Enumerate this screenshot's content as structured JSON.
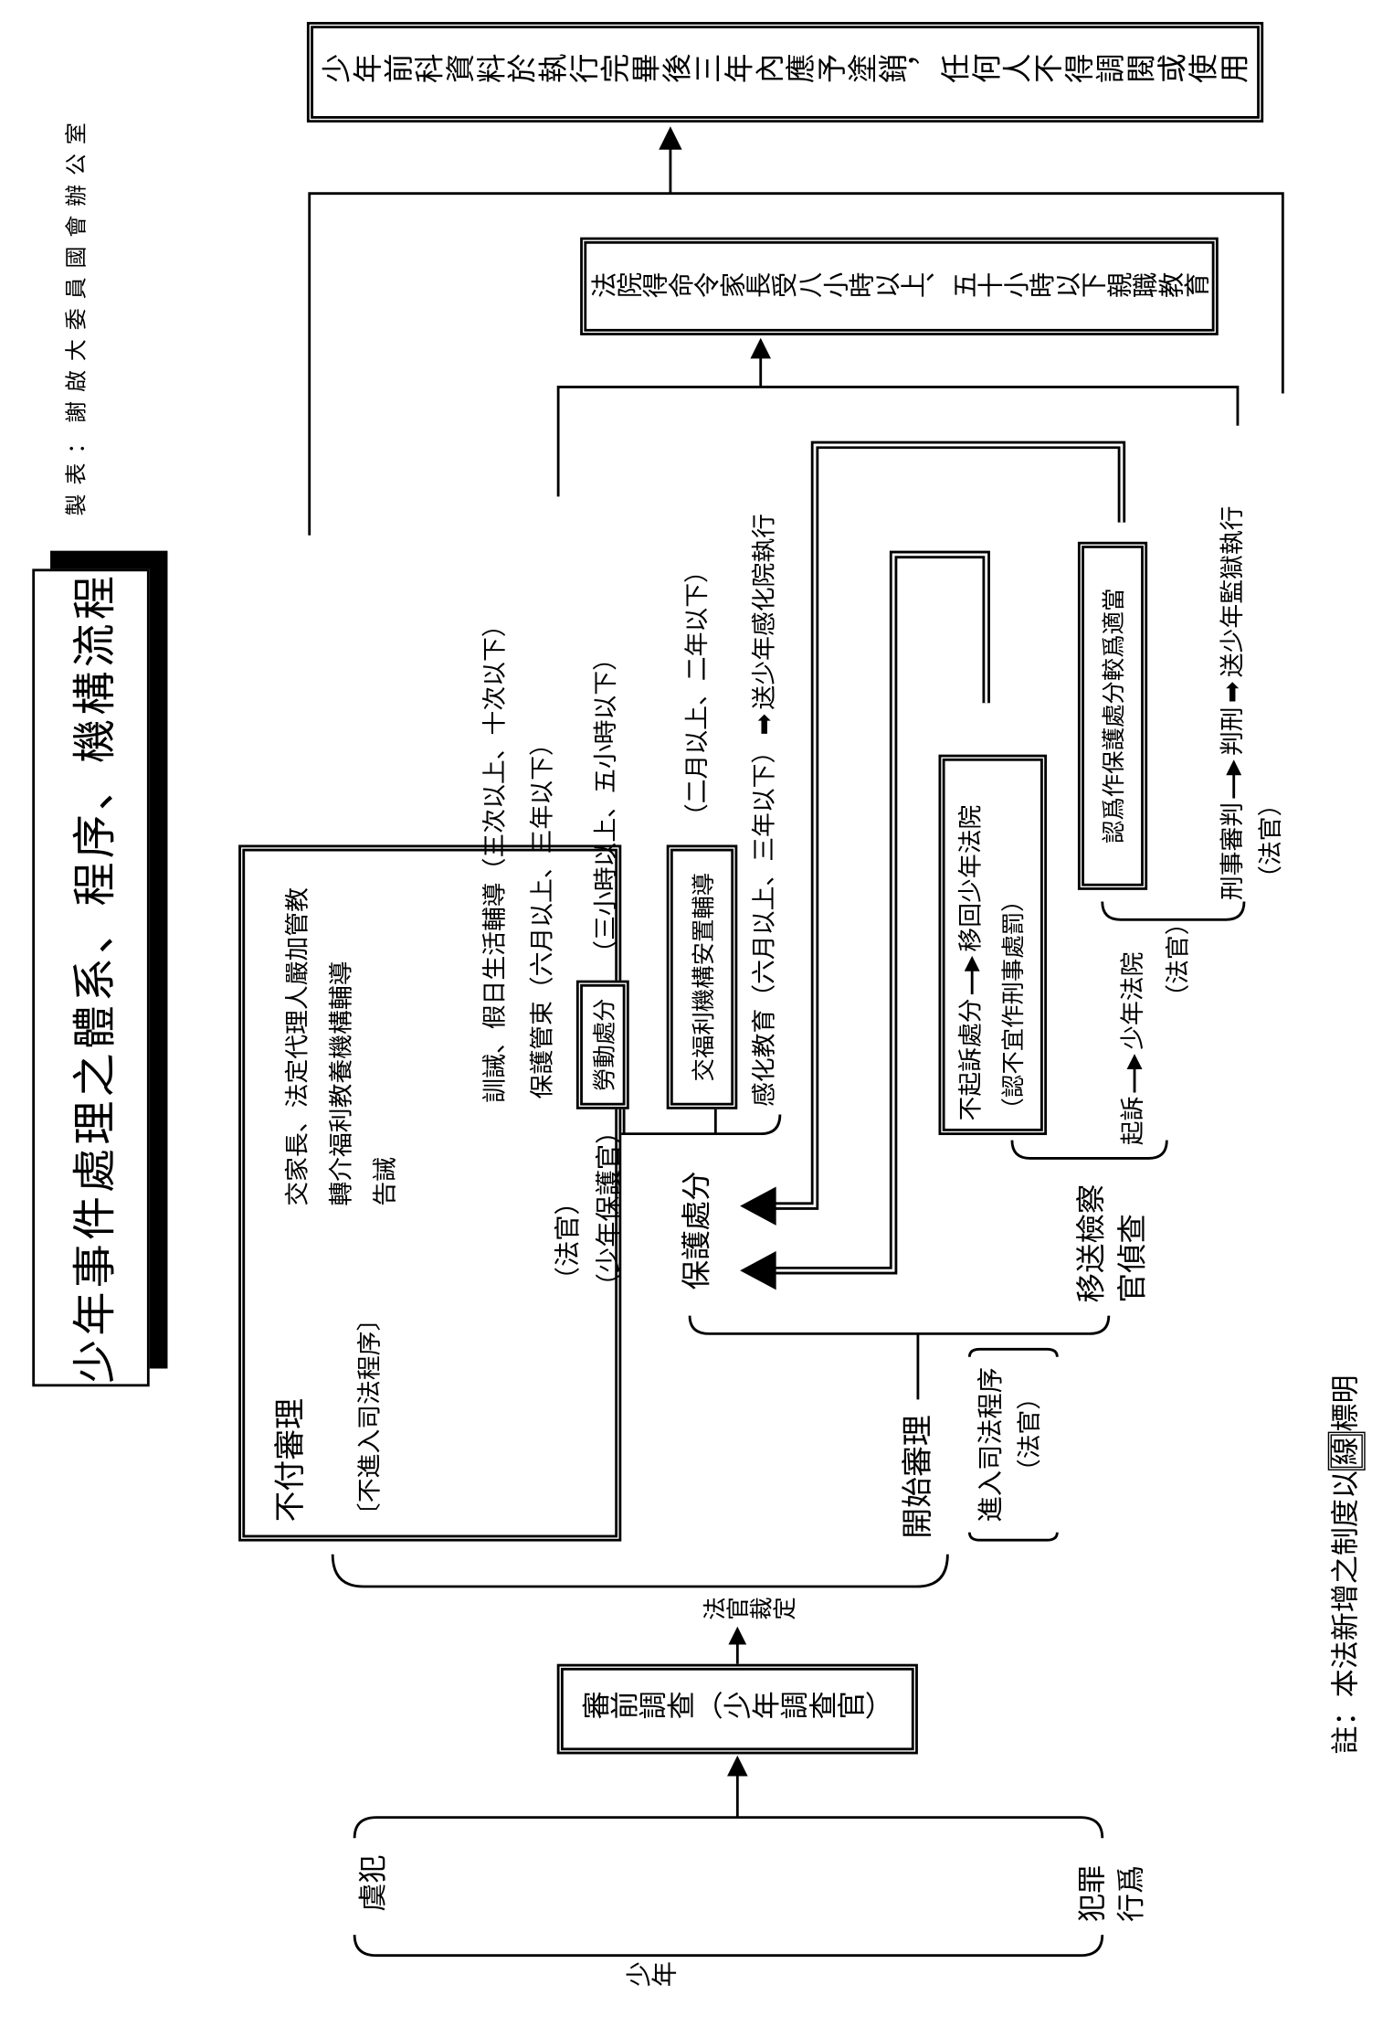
{
  "header": {
    "author_note": "製表：謝啟大委員國會辦公室",
    "title": "少年事件處理之體系、程序、機構流程"
  },
  "start": {
    "subject": "少年",
    "type_status": "虞犯",
    "type_offense_lines": [
      "犯罪",
      "行爲"
    ]
  },
  "pre_trial": {
    "label": "審前調查（少年調查官）",
    "decision": "法官裁定"
  },
  "no_trial": {
    "label": "不付審理",
    "note": "〔不進入司法程序〕",
    "options": [
      "交家長、法定代理人嚴加管教",
      "轉介福利教養機構輔導",
      "告誡"
    ]
  },
  "trial": {
    "label": "開始審理",
    "note": "進入司法程序",
    "note_actor": "（法官）"
  },
  "protective": {
    "actors": [
      "（法官）",
      "（少年保護官）"
    ],
    "label": "保護處分",
    "measures": [
      {
        "label": "訓誡、假日生活輔導（三次以上、十次以下）"
      },
      {
        "label": "保護管束（六月以上、三年以下）"
      },
      {
        "label": "勞動處分",
        "detail": "（三小時以上、五小時以下）"
      },
      {
        "label": "交福利機構安置輔導",
        "detail": "（二月以上、二年以下）"
      },
      {
        "label": "感化教育（六月以上、三年以下）",
        "result": "送少年感化院執行"
      }
    ]
  },
  "prosecution": {
    "label_lines": [
      "移送檢察",
      "官偵查"
    ],
    "non_prosecution": {
      "label": "不起訴處分",
      "result": "移回少年法院",
      "note": "（認不宜作刑事處罰）"
    },
    "indictment": {
      "label": "起訴",
      "result": "少年法院",
      "actor": "（法官）"
    }
  },
  "criminal": {
    "box": "認爲作保護處分較爲適當",
    "trial": "刑事審判",
    "sentence": "判刑",
    "result": "送少年監獄執行",
    "actor": "（法官）"
  },
  "parent_education": "法院得命令家長受八小時以上、五十小時以下親職教育",
  "expungement": "少年前科資料於執行完畢後三年內應予塗銷，任何人不得調閱或使用",
  "footnote": {
    "prefix": "註：本法新增之制度以",
    "symbol": "線",
    "suffix": "標明"
  }
}
